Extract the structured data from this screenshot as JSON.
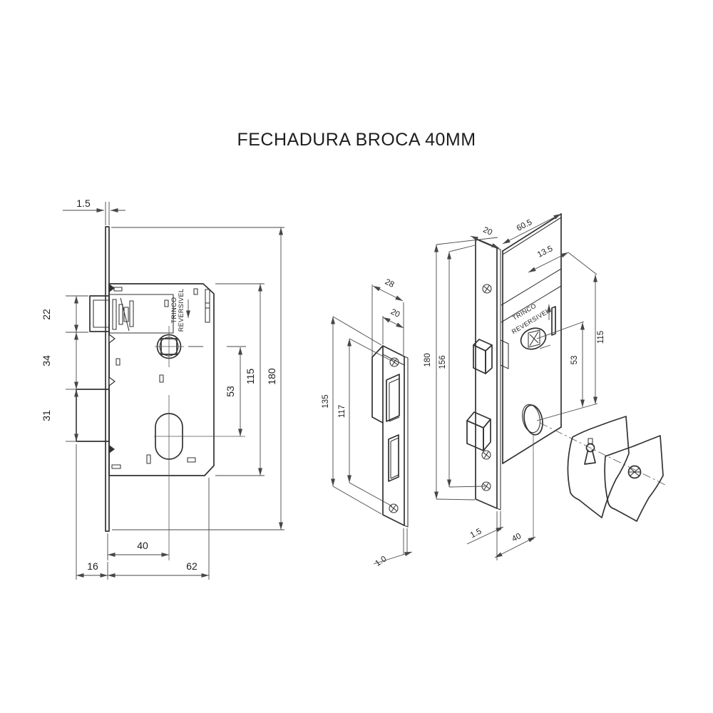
{
  "title": "FECHADURA BROCA 40MM",
  "colors": {
    "background": "#ffffff",
    "object_line": "#323232",
    "dimension_line": "#474747",
    "text": "#1e1e1e"
  },
  "front_view": {
    "annotation": {
      "line1": "TRINCO",
      "line2": "REVERSIVEL"
    },
    "dims": {
      "faceplate_thickness": "1.5",
      "latch_height": "22",
      "latch_to_bolt_gap": "34",
      "bolt_height": "31",
      "backset": "40",
      "bolt_projection": "16",
      "body_width": "62",
      "hub_to_cylinder": "53",
      "body_height": "115",
      "faceplate_height": "180"
    }
  },
  "strike_view": {
    "dims": {
      "plate_width": "28",
      "hole_offset": "20",
      "plate_height": "135",
      "screw_spacing": "117",
      "thickness": "1.0"
    }
  },
  "iso_view": {
    "annotation": {
      "line1": "TRINCO",
      "line2": "REVERSIVEL"
    },
    "dims": {
      "faceplate_width": "20",
      "body_depth": "60.5",
      "cover_offset": "13.5",
      "faceplate_height": "180",
      "screw_spacing": "156",
      "body_height": "115",
      "hub_to_cylinder": "53",
      "faceplate_thickness": "1.5",
      "backset": "40"
    }
  }
}
